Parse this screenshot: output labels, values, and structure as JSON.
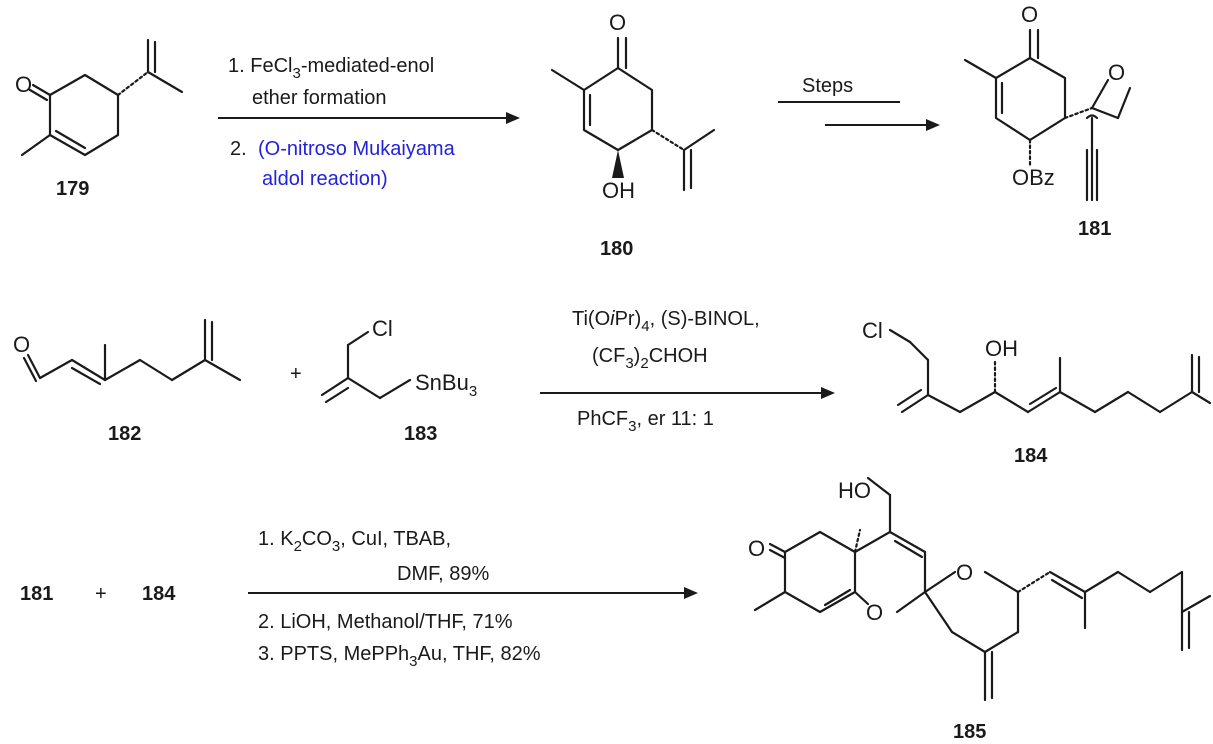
{
  "compounds": {
    "c179": "179",
    "c180": "180",
    "c181": "181",
    "c182": "182",
    "c183": "183",
    "c184": "184",
    "c185": "185"
  },
  "atoms": {
    "O": "O",
    "OH": "OH",
    "OBz": "OBz",
    "Cl": "Cl",
    "SnBu": "SnBu",
    "sub3": "3",
    "HO": "HO"
  },
  "row1": {
    "step1": "1. FeCl",
    "step1_sub": "3",
    "step1_rest": "-mediated-enol",
    "step1_line2": "ether formation",
    "step2_num": "2.",
    "step2_line1": "(O-nitroso Mukaiyama",
    "step2_line2": "aldol reaction)",
    "steps": "Steps"
  },
  "row2": {
    "plus": "+",
    "cond1": "Ti(O",
    "cond1_italic": "i",
    "cond1_rest": "Pr)",
    "cond1_sub": "4",
    "cond1_end": ", (S)-BINOL,",
    "cond2_a": "(CF",
    "cond2_sub": "3",
    "cond2_b": ")",
    "cond2_sub2": "2",
    "cond2_c": "CHOH",
    "cond3_a": "PhCF",
    "cond3_sub": "3",
    "cond3_b": ", er 11: 1"
  },
  "row3": {
    "left_a": "181",
    "plus": "+",
    "left_b": "184",
    "c1_a": "1. K",
    "c1_sub1": "2",
    "c1_b": "CO",
    "c1_sub2": "3",
    "c1_c": ", CuI, TBAB,",
    "c1_line2": "DMF, 89%",
    "c2": "2. LiOH, Methanol/THF, 71%",
    "c3_a": "3. PPTS, MePPh",
    "c3_sub": "3",
    "c3_b": "Au, THF, 82%"
  },
  "colors": {
    "ink": "#1a1a1a",
    "highlight_blue": "#2222dd"
  }
}
